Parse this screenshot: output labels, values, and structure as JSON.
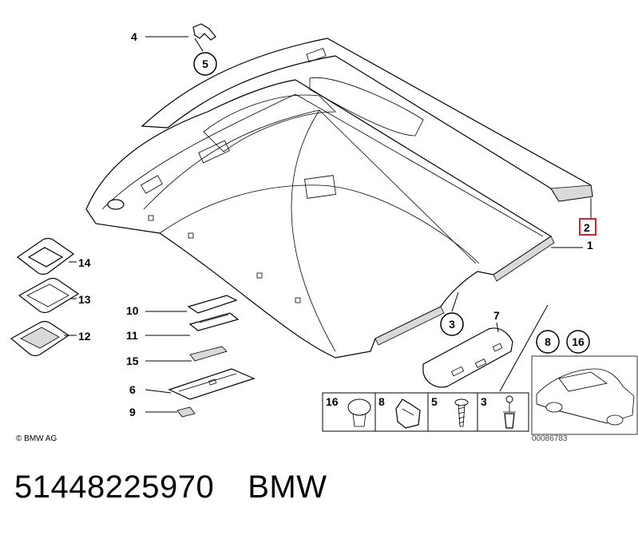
{
  "diagram": {
    "copyright": "© BMW AG",
    "reference_number": "00086783",
    "callouts": {
      "c1": "1",
      "c2": "2",
      "c3": "3",
      "c4": "4",
      "c5": "5",
      "c6": "6",
      "c7": "7",
      "c8": "8",
      "c9": "9",
      "c10": "10",
      "c11": "11",
      "c12": "12",
      "c13": "13",
      "c14": "14",
      "c15": "15",
      "c16": "16"
    },
    "circled": {
      "r5": "5",
      "r3": "3",
      "r8": "8",
      "r16": "16"
    },
    "fastener_box": {
      "b16": "16",
      "b8": "8",
      "b5": "5",
      "b3": "3"
    },
    "highlight_color": "#e0202a"
  },
  "footer": {
    "part_number": "51448225970",
    "brand": "BMW"
  }
}
